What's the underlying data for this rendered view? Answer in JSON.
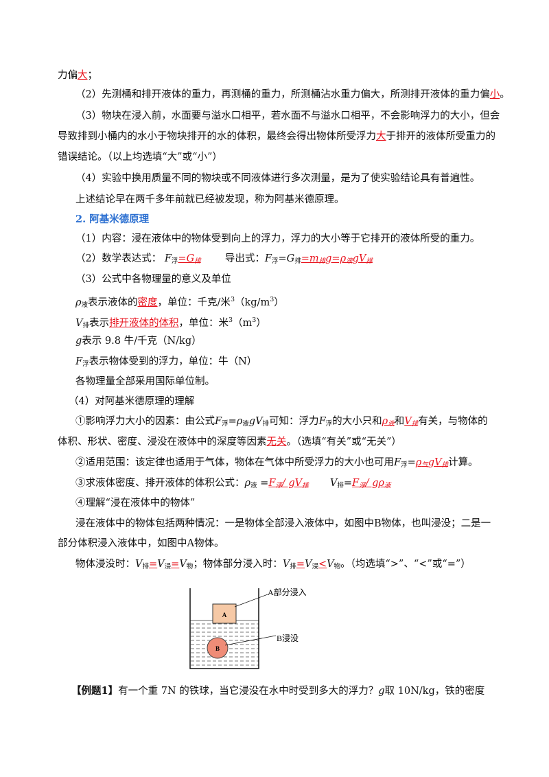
{
  "lines": {
    "l1": {
      "a": "力偏",
      "b": "大",
      "c": "；"
    },
    "l2": {
      "a": "（2）先测桶和排开液体的重力，再测桶的重力，所测桶沾水重力偏大，所测排开液体的重力偏",
      "b": "小",
      "c": "。"
    },
    "l3": {
      "a": "（3）物块在浸入前，水面要与溢水口相平，若水面不与溢水口相平，不会影响浮力的大小，但会"
    },
    "l4": {
      "a": "导致排到小桶内的水小于物块排开的水的体积，最终会得出物体所受浮力",
      "b": "大",
      "c": "于排开的液体所受重力的"
    },
    "l5": {
      "a": "错误结论。（以上均选填“大”或“小”）"
    },
    "l6": {
      "a": "（4）实验中换用质量不同的物块或不同液体进行多次测量，是为了使实验结论具有普遍性。"
    },
    "l7": {
      "a": "上述结论早在两千多年前就已经被发现，称为阿基米德原理。"
    },
    "h2": "2. 阿基米德原理",
    "l8": {
      "a": "（1）内容：浸在液体中的物体受到向上的浮力，浮力的大小等于它排开的液体所受的重力。"
    },
    "l9": {
      "a": "（2）数学表达式：",
      "F": "F",
      "s1": "浮",
      "eq": "=G",
      "s2": "排",
      "mid": "导出式：",
      "F2": "F",
      "s3": "浮",
      "eq2": "=G",
      "s4": "排",
      "r1": "=m",
      "s5": "排",
      "r2": "g=ρ",
      "s6": "液",
      "r3": "gV",
      "s7": "排"
    },
    "l10": {
      "a": "（3）公式中各物理量的意义及单位"
    },
    "l11": {
      "rho": "ρ",
      "s": "液",
      "a": "表示液体的",
      "b": "密度",
      "c": "，单位：千克/米",
      "sup": "3",
      "d": "（kg/m",
      "sup2": "3",
      "e": "）"
    },
    "l12": {
      "V": "V",
      "s": "排",
      "a": "表示",
      "b": "排开液体的体积",
      "c": "，单位：米",
      "sup": "3",
      "d": "（m",
      "sup2": "3",
      "e": "）"
    },
    "l13": {
      "g": "g",
      "a": "表示 9.8 牛/千克（N/kg）"
    },
    "l14": {
      "F": "F",
      "s": "浮",
      "a": "表示物体受到的浮力，单位：牛（N）"
    },
    "l15": {
      "a": "各物理量全部采用国际单位制。"
    },
    "l16": {
      "a": "（4）对阿基米德原理的理解"
    },
    "l17": {
      "a": "①影响浮力大小的因素：由公式",
      "F": "F",
      "s1": "浮",
      "b": "=ρ",
      "s2": "液",
      "c": "gV",
      "s3": "排",
      "d": "可知：浮力",
      "F2": "F",
      "s4": "浮",
      "e": "的大小只和",
      "r1": "ρ",
      "s5": "液",
      "f": "和",
      "r2": "V",
      "s6": "排",
      "g": "有关，与物体的"
    },
    "l18": {
      "a": "体积、形状、密度、浸没在液体中的深度等因素",
      "b": "无关",
      "c": "。（选填“有关”或“无关”）"
    },
    "l19": {
      "a": "②适用范围：该定律也适用于气体，物体在气体中所受浮力的大小也可用",
      "F": "F",
      "s1": "浮",
      "b": "=",
      "r1": "ρ",
      "s2": "气",
      "r2": "gV",
      "s3": "排",
      "c": "计算。"
    },
    "l20": {
      "a": "③求液体密度、排开液体的体积公式：",
      "rho": "ρ",
      "s1": "液",
      "b": " =",
      "r1": "F",
      "s2": "浮",
      "r2": "/ gV",
      "s3": "排",
      "V": "V",
      "s4": "排",
      "c": "=",
      "r3": "F",
      "s5": "浮",
      "r4": "/ gρ",
      "s6": "液"
    },
    "l21": {
      "a": "④理解“浸在液体中的物体”"
    },
    "l22": {
      "a": "浸在液体中的物体包括两种情况：一是物体全部浸入液体中，如图中B物体，也叫浸没；二是一"
    },
    "l23": {
      "a": "部分体积浸入液体中，如图中A物体。"
    },
    "l24": {
      "a": "物体浸没时：",
      "V1": "V",
      "s1": "排",
      "e1": "=",
      "V2": "V",
      "s2": "浸",
      "e2": "=",
      "V3": "V",
      "s3": "物",
      "b": "；物体部分浸入时：",
      "V4": "V",
      "s4": "排",
      "e3": "=",
      "V5": "V",
      "s5": "浸",
      "e4": "<",
      "V6": "V",
      "s6": "物",
      "c": "。（均选填“>”、“<”或“=”）"
    },
    "ex": {
      "tag": "【例题1】",
      "a": "有一个重 7N 的铁球，当它浸没在水中时受到多大的浮力？",
      "g": "g",
      "b": "取 10N/kg，铁的密度"
    }
  },
  "figure": {
    "label_a": "A部分浸入",
    "label_b": "B浸没",
    "block_a": "A",
    "ball_b": "B"
  }
}
